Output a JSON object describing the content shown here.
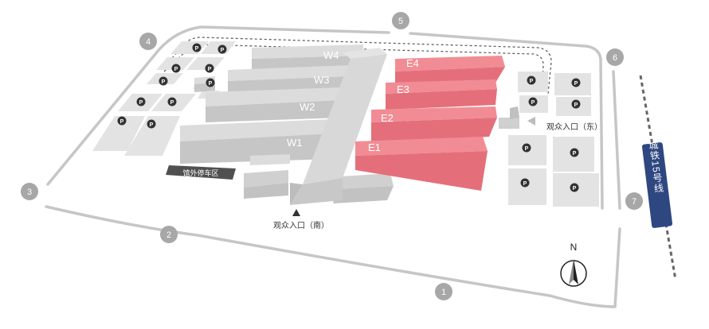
{
  "halls": {
    "west": [
      "W1",
      "W2",
      "W3",
      "W4"
    ],
    "east": [
      "E1",
      "E2",
      "E3",
      "E4"
    ]
  },
  "gates": [
    "1",
    "2",
    "3",
    "4",
    "5",
    "6",
    "7"
  ],
  "parking_symbol": "P",
  "labels": {
    "outdoor_parking": "馆外停车区",
    "entrance_south": "观众入口（南）",
    "entrance_east": "观众入口（东）",
    "metro": "城铁15号线",
    "north": "N"
  },
  "colors": {
    "hall_west": "#d4d4d4",
    "hall_east": "#e87983",
    "road": "#c6c6c6",
    "gate_badge": "#a7a7a7",
    "metro": "#2e4781"
  }
}
